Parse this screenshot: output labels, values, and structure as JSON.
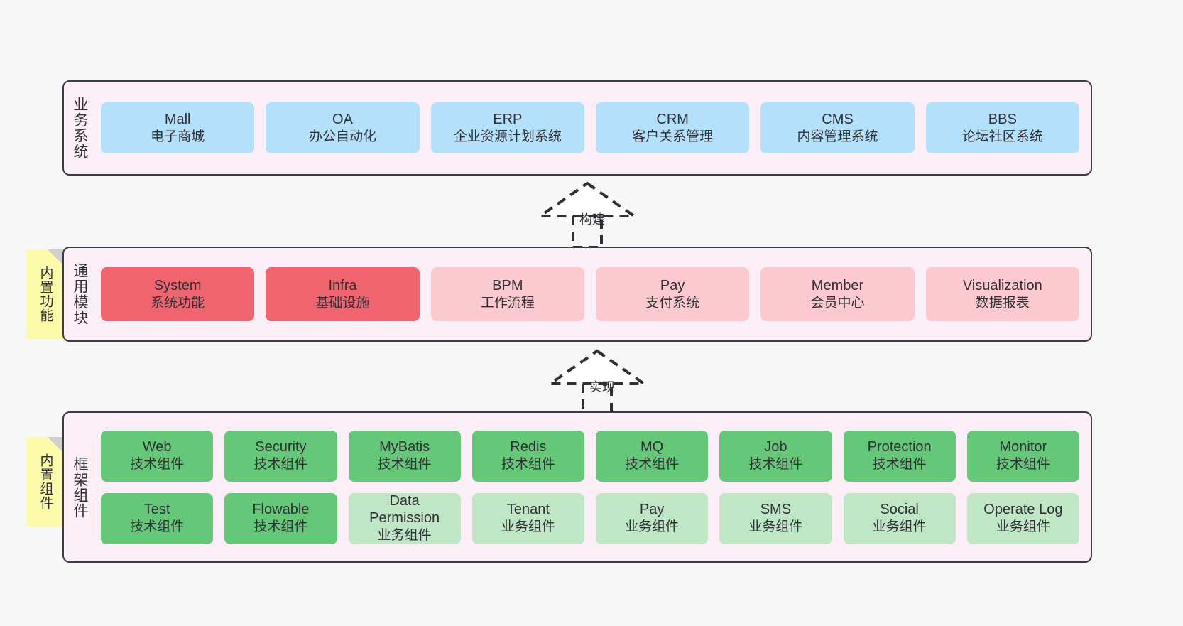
{
  "diagram": {
    "title": "",
    "background": "#f7f7f7",
    "layer_fill": "#fbeef6",
    "layer_border": "#3b3b44"
  },
  "notes": [
    {
      "name": "builtin-features",
      "text": "内置功能"
    },
    {
      "name": "builtin-components",
      "text": "内置组件"
    }
  ],
  "connectors": [
    {
      "name": "build",
      "label": "构建",
      "style": "dashed-generalization"
    },
    {
      "name": "implement",
      "label": "实现",
      "style": "dashed-generalization"
    }
  ],
  "layers": {
    "business": {
      "title": "业务系统",
      "cards": [
        {
          "name": "mall",
          "en": "Mall",
          "cn": "电子商城",
          "color": "#b3e0fb"
        },
        {
          "name": "oa",
          "en": "OA",
          "cn": "办公自动化",
          "color": "#b3e0fb"
        },
        {
          "name": "erp",
          "en": "ERP",
          "cn": "企业资源计划系统",
          "color": "#b3e0fb"
        },
        {
          "name": "crm",
          "en": "CRM",
          "cn": "客户关系管理",
          "color": "#b3e0fb"
        },
        {
          "name": "cms",
          "en": "CMS",
          "cn": "内容管理系统",
          "color": "#b3e0fb"
        },
        {
          "name": "bbs",
          "en": "BBS",
          "cn": "论坛社区系统",
          "color": "#b3e0fb"
        }
      ]
    },
    "modules": {
      "title": "通用模块",
      "cards": [
        {
          "name": "system",
          "en": "System",
          "cn": "系统功能",
          "color": "#f0646f"
        },
        {
          "name": "infra",
          "en": "Infra",
          "cn": "基础设施",
          "color": "#f0646f"
        },
        {
          "name": "bpm",
          "en": "BPM",
          "cn": "工作流程",
          "color": "#fbc9cf"
        },
        {
          "name": "pay",
          "en": "Pay",
          "cn": "支付系统",
          "color": "#fbc9cf"
        },
        {
          "name": "member",
          "en": "Member",
          "cn": "会员中心",
          "color": "#fbc9cf"
        },
        {
          "name": "visualization",
          "en": "Visualization",
          "cn": "数据报表",
          "color": "#fbc9cf"
        }
      ]
    },
    "framework": {
      "title": "框架组件",
      "rows": [
        [
          {
            "name": "web",
            "en": "Web",
            "cn": "技术组件",
            "color": "#64c878"
          },
          {
            "name": "security",
            "en": "Security",
            "cn": "技术组件",
            "color": "#64c878"
          },
          {
            "name": "mybatis",
            "en": "MyBatis",
            "cn": "技术组件",
            "color": "#64c878"
          },
          {
            "name": "redis",
            "en": "Redis",
            "cn": "技术组件",
            "color": "#64c878"
          },
          {
            "name": "mq",
            "en": "MQ",
            "cn": "技术组件",
            "color": "#64c878"
          },
          {
            "name": "job",
            "en": "Job",
            "cn": "技术组件",
            "color": "#64c878"
          },
          {
            "name": "protection",
            "en": "Protection",
            "cn": "技术组件",
            "color": "#64c878"
          },
          {
            "name": "monitor",
            "en": "Monitor",
            "cn": "技术组件",
            "color": "#64c878"
          }
        ],
        [
          {
            "name": "test",
            "en": "Test",
            "cn": "技术组件",
            "color": "#64c878"
          },
          {
            "name": "flowable",
            "en": "Flowable",
            "cn": "技术组件",
            "color": "#64c878"
          },
          {
            "name": "data-permission",
            "en": "Data\nPermission",
            "cn": "业务组件",
            "color": "#bfe6c5"
          },
          {
            "name": "tenant",
            "en": "Tenant",
            "cn": "业务组件",
            "color": "#bfe6c5"
          },
          {
            "name": "pay",
            "en": "Pay",
            "cn": "业务组件",
            "color": "#bfe6c5"
          },
          {
            "name": "sms",
            "en": "SMS",
            "cn": "业务组件",
            "color": "#bfe6c5"
          },
          {
            "name": "social",
            "en": "Social",
            "cn": "业务组件",
            "color": "#bfe6c5"
          },
          {
            "name": "operate-log",
            "en": "Operate Log",
            "cn": "业务组件",
            "color": "#bfe6c5"
          }
        ]
      ]
    }
  }
}
